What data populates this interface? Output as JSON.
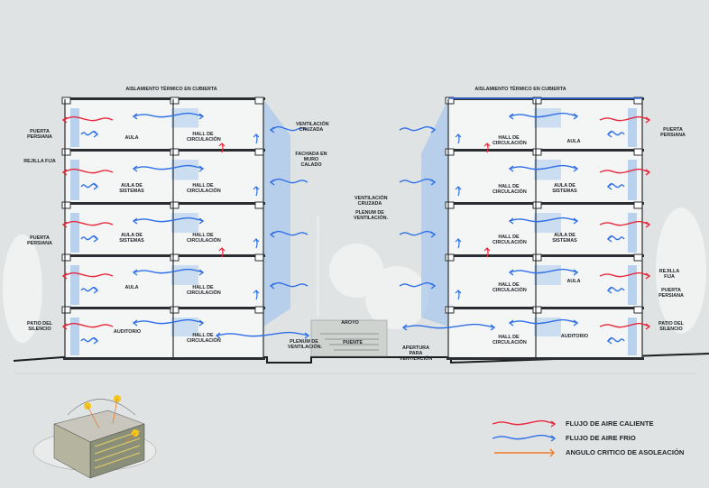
{
  "left_building": {
    "roof_label": "AISLAMIENTO TÉRMICO EN CUBIERTA",
    "rooms": [
      "AULA",
      "AULA DE SISTEMAS",
      "AULA DE SISTEMAS",
      "AULA",
      "AUDITORIO"
    ],
    "hall": "HALL DE CIRCULACIÓN",
    "callouts": {
      "puerta_persiana_1": "PUERTA PERSIANA",
      "rejilla_fija": "REJILLA FIJA",
      "puerta_persiana_2": "PUERTA PERSIANA",
      "patio_silencio": "PATIO DEL SILENCIO",
      "ventilacion_cruzada": "VENTILACIÓN CRUZADA",
      "fachada": "FACHADA EN MURO CALADO",
      "plenum": "PLENUM DE VENTILACIÓN."
    }
  },
  "center": {
    "arroyo": "AROYO",
    "puente": "PUENTE",
    "apertura": "APERTURA PARA VENTILACIÓN"
  },
  "right_building": {
    "roof_label": "AISLAMIENTO TÉRMICO EN CUBIERTA",
    "rooms": [
      "AULA",
      "AULA DE SISTEMAS",
      "AULA DE SISTEMAS",
      "AULA",
      "AUDITORIO"
    ],
    "hall": "HALL DE CIRCULACIÓN",
    "callouts": {
      "ventilacion_cruzada": "VENTILACIÓN CRUZADA",
      "plenum": "PLENUM DE VENTILACIÓN.",
      "puerta_persiana_1": "PUERTA PERSIANA",
      "rejilla_fija": "REJILLA FIJA",
      "puerta_persiana_2": "PUERTA PERSIANA",
      "patio_silencio": "PATIO DEL SILENCIO"
    }
  },
  "legend": {
    "items": [
      {
        "label": "FLUJO DE AIRE CALIENTE",
        "color": "#e8283c"
      },
      {
        "label": "FLUJO DE AIRE FRIO",
        "color": "#2f6fe8"
      },
      {
        "label": "ANGULO CRITICO DE ASOLEACIÓN",
        "color": "#f07a2a"
      }
    ]
  },
  "colors": {
    "background": "#dfe3e3",
    "glass": "#a9c8ec",
    "structure": "#2a2e31"
  }
}
